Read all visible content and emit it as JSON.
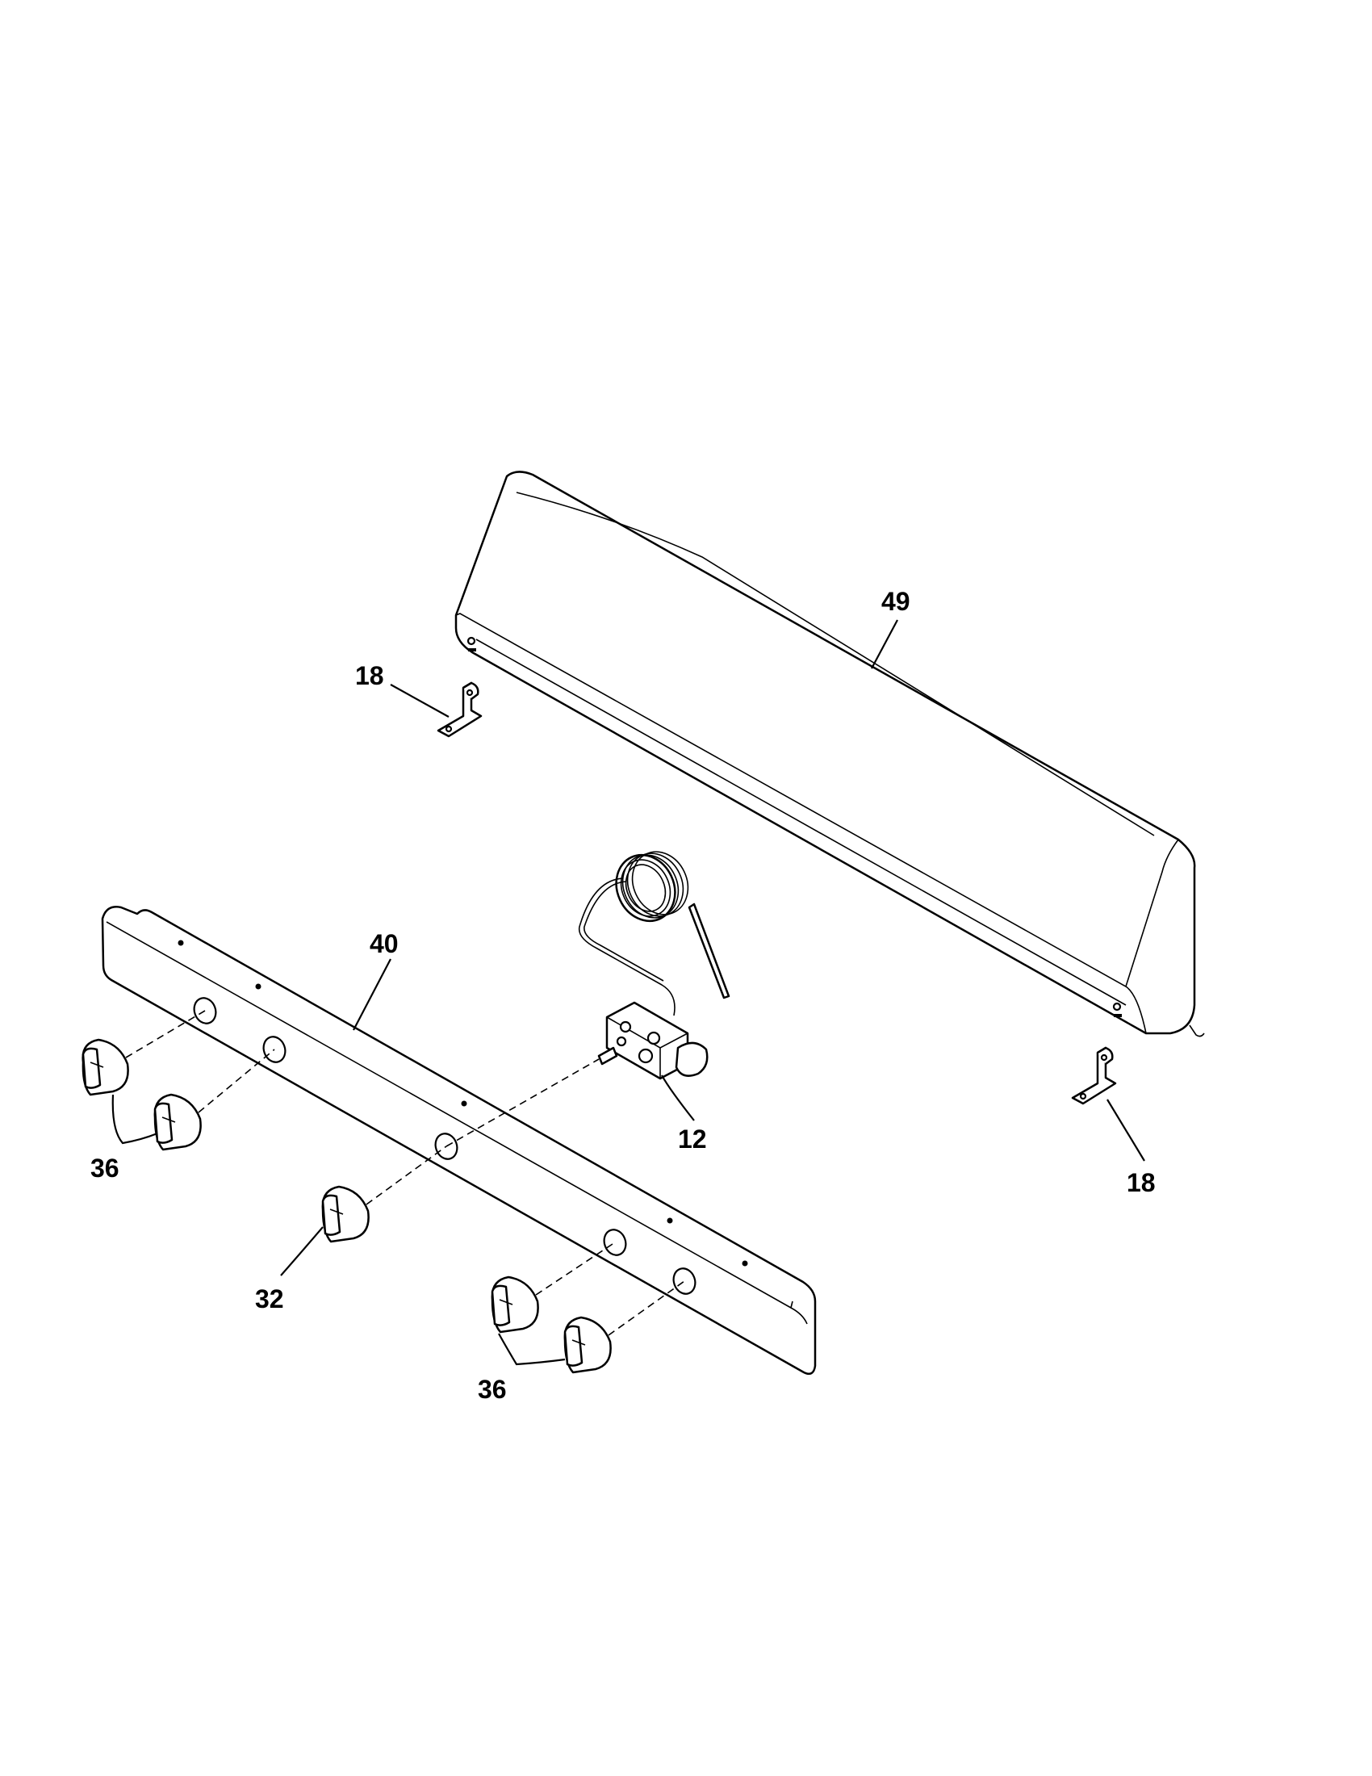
{
  "diagram": {
    "callouts": {
      "backguard": "49",
      "bracket_left": "18",
      "bracket_right": "18",
      "control_panel": "40",
      "thermostat": "12",
      "knobs_left": "36",
      "knob_center": "32",
      "knobs_right": "36"
    }
  }
}
